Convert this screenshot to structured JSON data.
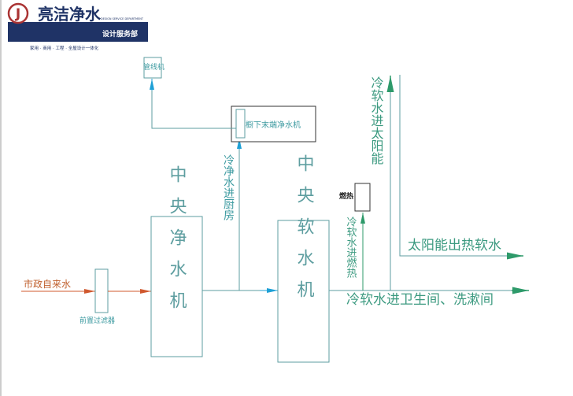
{
  "logo": {
    "brand": "亮洁净水",
    "letter": "J",
    "subtitle": "DESIGN SERVICE DEPARTMENT",
    "department": "设计服务部",
    "slogan": "家用 · 商用 · 工程 · 全屋设计一体化"
  },
  "nodes": {
    "municipal_water": "市政自来水",
    "pre_filter": "前置过滤器",
    "central_purifier": "中央净水机",
    "central_softener": "中央软水机",
    "pipeline_machine": "管线机",
    "under_sink_purifier": "橱下末端净水机",
    "gas_heater": "燃热"
  },
  "flows": {
    "to_kitchen": "冷净水进厨房",
    "to_gas_heater": "冷软水进燃热",
    "to_solar": "冷软水进太阳能",
    "solar_hot_out": "太阳能出热软水",
    "to_bathroom": "冷软水进卫生间、洗漱间"
  },
  "colors": {
    "brand_navy": "#1f3366",
    "box": "#5e9ea0",
    "text_teal": "#3c9aa0",
    "raw_water": "#d0582e",
    "purified_water": "#1ea0d6",
    "soft_water": "#2e9a6a"
  }
}
